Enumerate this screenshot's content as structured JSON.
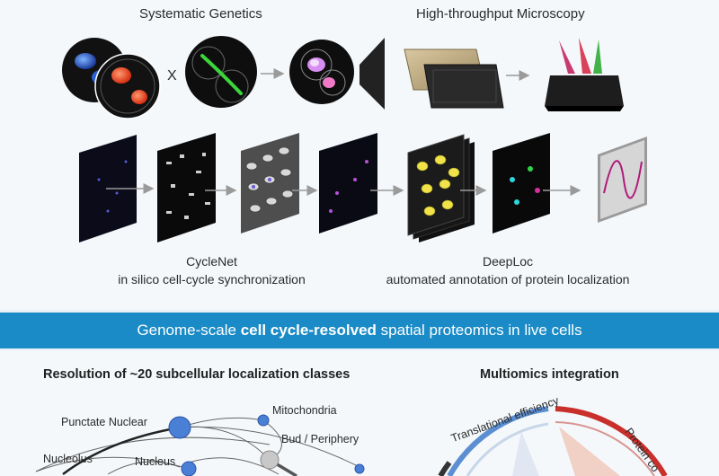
{
  "top": {
    "systematic_genetics": "Systematic Genetics",
    "high_throughput_microscopy": "High-throughput Microscopy",
    "cross_symbol": "X",
    "cyclenet_title": "CycleNet",
    "cyclenet_subtitle": "in silico cell-cycle synchronization",
    "deeploc_title": "DeepLoc",
    "deeploc_subtitle": "automated annotation of protein localization"
  },
  "banner": {
    "prefix": "Genome-scale ",
    "bold": "cell cycle-resolved",
    "suffix": " spatial proteomics in live cells"
  },
  "bottom": {
    "resolution_title": "Resolution of ~20 subcellular localization classes",
    "multiomics_title": "Multiomics integration",
    "network_nodes": [
      "Punctate Nuclear",
      "Mitochondria",
      "Bud / Periphery",
      "Nucleolus",
      "Nucleus"
    ],
    "circos_labels": [
      "Translational efficiency",
      "Protein co"
    ]
  },
  "colors": {
    "banner": "#1a8bc6",
    "panel": "#f4f8fb",
    "node_blue": "#4a7fd6",
    "node_grey": "#bdbdbd",
    "circos_red": "#c9302c",
    "circos_blue": "#5b8fd1"
  }
}
